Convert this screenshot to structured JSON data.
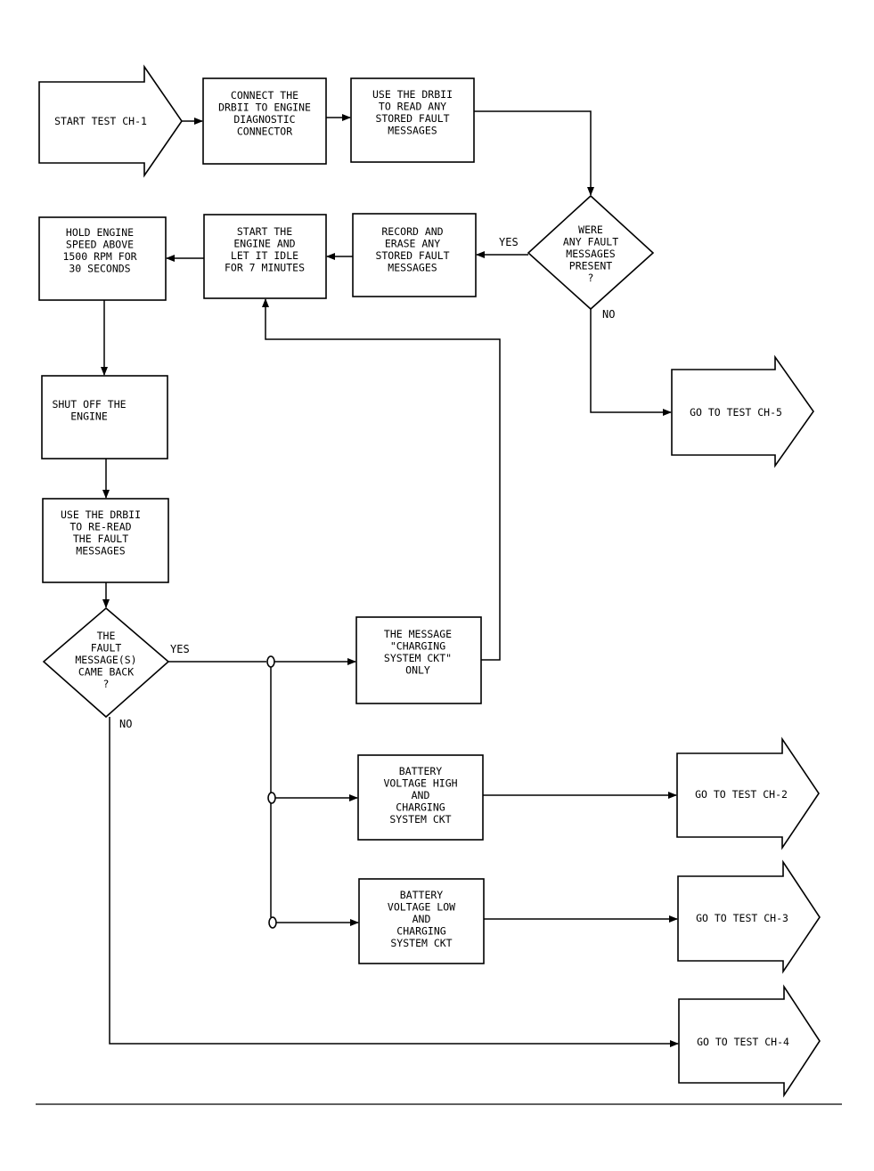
{
  "nodes": {
    "start": [
      "START TEST CH-1"
    ],
    "connect": [
      "CONNECT THE",
      "DRBII TO ENGINE",
      "DIAGNOSTIC",
      "CONNECTOR"
    ],
    "read": [
      "USE THE DRBII",
      "TO READ ANY",
      "STORED FAULT",
      "MESSAGES"
    ],
    "were": [
      "WERE",
      "ANY FAULT",
      "MESSAGES",
      "PRESENT",
      "?"
    ],
    "record": [
      "RECORD AND",
      "ERASE ANY",
      "STORED FAULT",
      "MESSAGES"
    ],
    "start_engine": [
      "START THE",
      "ENGINE AND",
      "LET IT IDLE",
      "FOR 7 MINUTES"
    ],
    "hold": [
      "HOLD ENGINE",
      "SPEED ABOVE",
      "1500 RPM FOR",
      "30 SECONDS"
    ],
    "shut": [
      "SHUT OFF THE",
      "ENGINE"
    ],
    "reread": [
      "USE THE DRBII",
      "TO RE-READ",
      "THE FAULT",
      "MESSAGES"
    ],
    "came_back": [
      "THE",
      "FAULT",
      "MESSAGE(S)",
      "CAME BACK",
      "?"
    ],
    "charging_only": [
      "THE MESSAGE",
      "\"CHARGING",
      "SYSTEM CKT\"",
      "ONLY"
    ],
    "volt_high": [
      "BATTERY",
      "VOLTAGE HIGH",
      "AND",
      "CHARGING",
      "SYSTEM CKT"
    ],
    "volt_low": [
      "BATTERY",
      "VOLTAGE LOW",
      "AND",
      "CHARGING",
      "SYSTEM CKT"
    ],
    "ch5": [
      "GO TO TEST CH-5"
    ],
    "ch2": [
      "GO TO TEST CH-2"
    ],
    "ch3": [
      "GO TO TEST CH-3"
    ],
    "ch4": [
      "GO TO TEST CH-4"
    ]
  },
  "edge_labels": {
    "were_yes": "YES",
    "were_no": "NO",
    "came_back_yes": "YES",
    "came_back_no": "NO"
  }
}
